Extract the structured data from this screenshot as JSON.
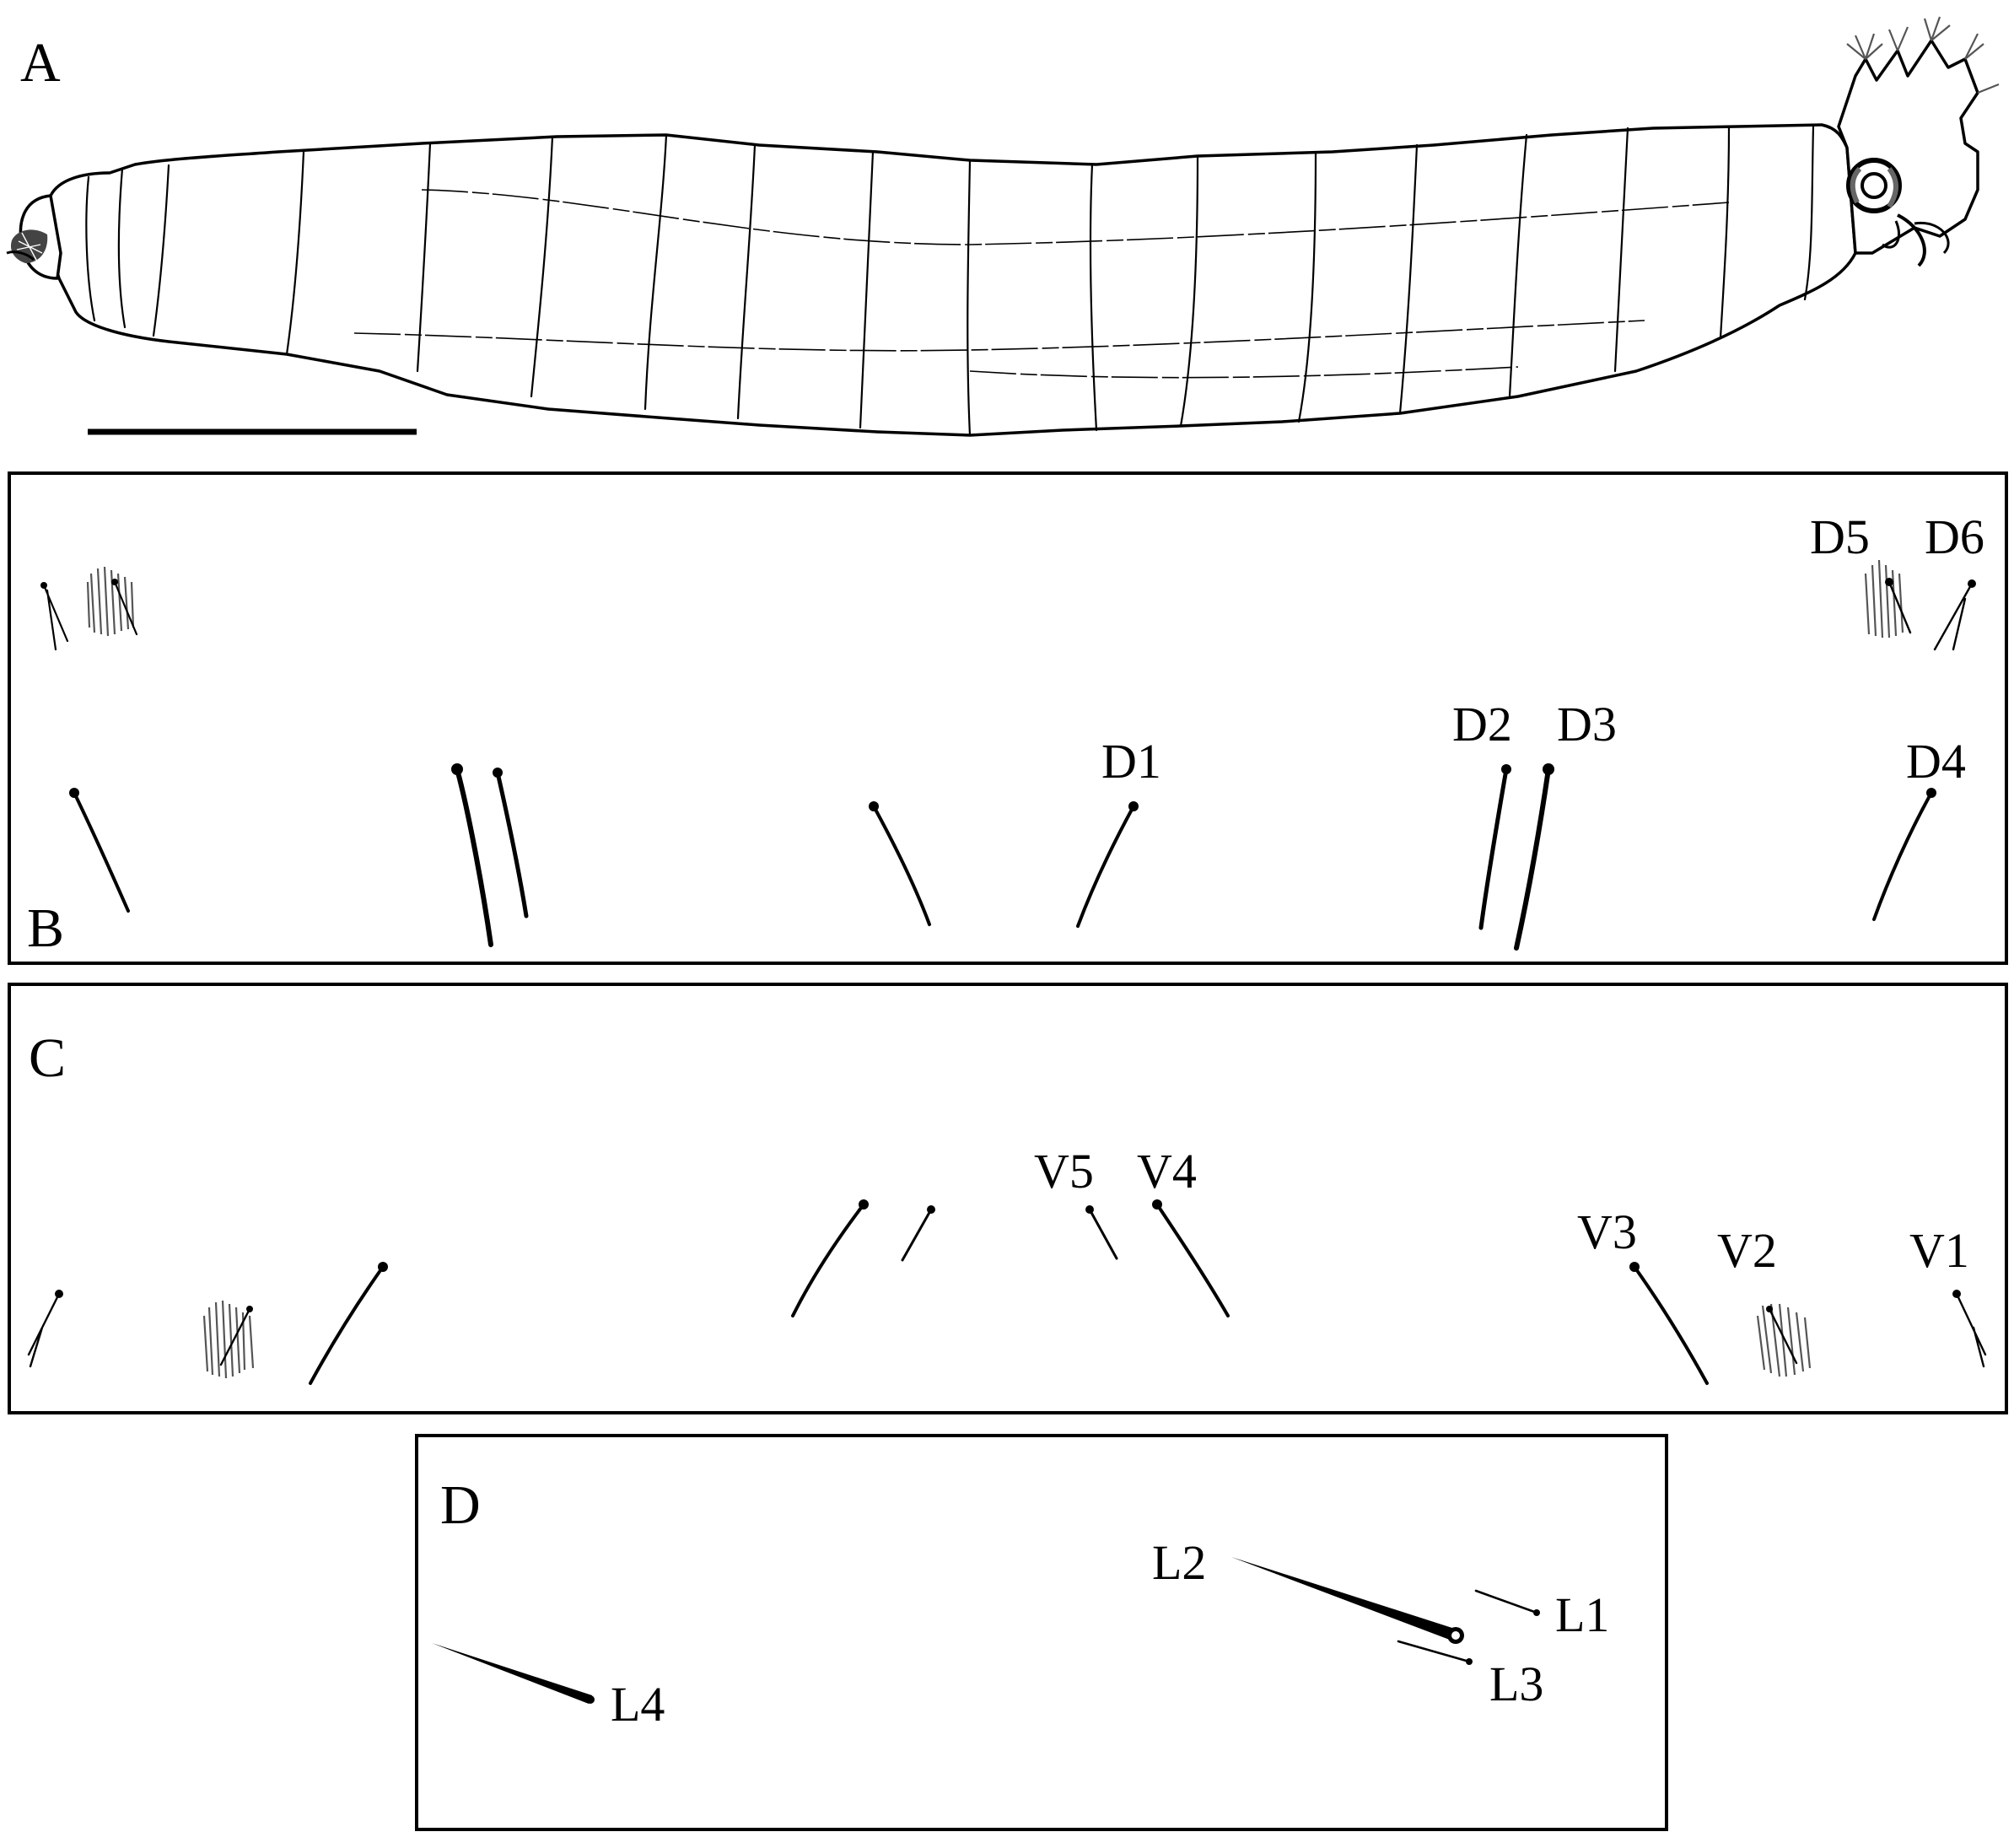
{
  "panels": {
    "a": {
      "letter": "A"
    },
    "b": {
      "letter": "B",
      "labels": {
        "d1": "D1",
        "d2": "D2",
        "d3": "D3",
        "d4": "D4",
        "d5": "D5",
        "d6": "D6"
      }
    },
    "c": {
      "letter": "C",
      "labels": {
        "v1": "V1",
        "v2": "V2",
        "v3": "V3",
        "v4": "V4",
        "v5": "V5"
      }
    },
    "d": {
      "letter": "D",
      "labels": {
        "l1": "L1",
        "l2": "L2",
        "l3": "L3",
        "l4": "L4"
      }
    }
  }
}
